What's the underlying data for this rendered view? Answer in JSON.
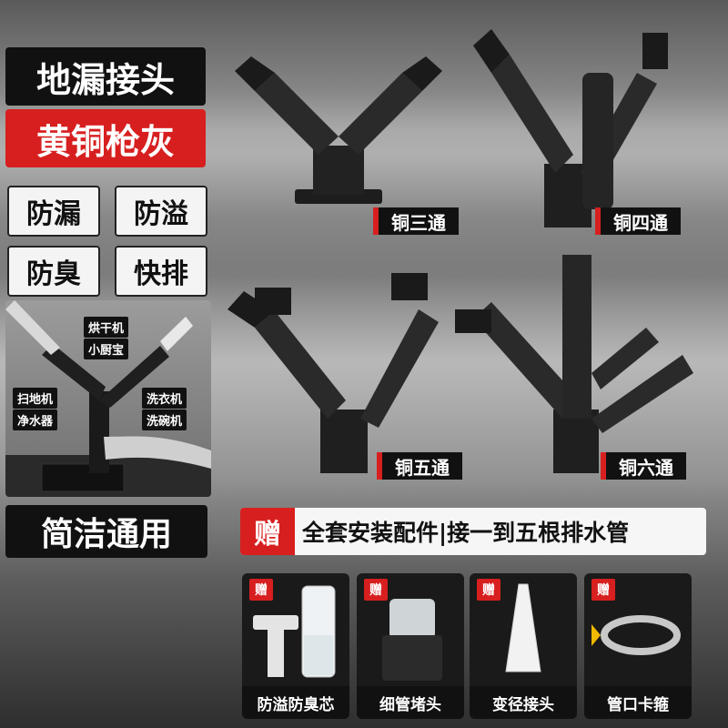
{
  "header": {
    "title": "地漏接头",
    "subtitle": "黄铜枪灰"
  },
  "features": [
    "防漏",
    "防溢",
    "防臭",
    "快排"
  ],
  "diagram_labels": {
    "top_right_1": "烘干机",
    "top_right_2": "小厨宝",
    "left_1": "扫地机",
    "left_2": "净水器",
    "right_1": "洗衣机",
    "right_2": "洗碗机"
  },
  "products": {
    "three": "铜三通",
    "four": "铜四通",
    "five": "铜五通",
    "six": "铜六通"
  },
  "slogan": "简洁通用",
  "gift_banner": {
    "badge": "赠",
    "text": "全套安装配件|接一到五根排水管"
  },
  "accessories": [
    {
      "badge": "赠",
      "label": "防溢防臭芯"
    },
    {
      "badge": "赠",
      "label": "细管堵头"
    },
    {
      "badge": "赠",
      "label": "变径接头"
    },
    {
      "badge": "赠",
      "label": "管口卡箍"
    }
  ],
  "colors": {
    "accent_red": "#d71f1f",
    "panel_black": "#111111"
  }
}
